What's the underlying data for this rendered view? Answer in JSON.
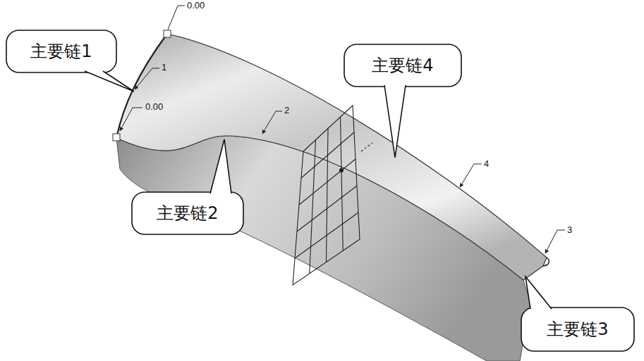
{
  "diagram": {
    "nodes": [
      {
        "text": [
          "主要链1"
        ]
      },
      {
        "text": [
          "主要链4"
        ]
      },
      {
        "text": [
          "主要链2"
        ]
      },
      {
        "text": [
          "主要链3"
        ]
      }
    ],
    "labels": [
      "0.00",
      "1",
      "0.00",
      "2",
      "4",
      "3"
    ]
  }
}
